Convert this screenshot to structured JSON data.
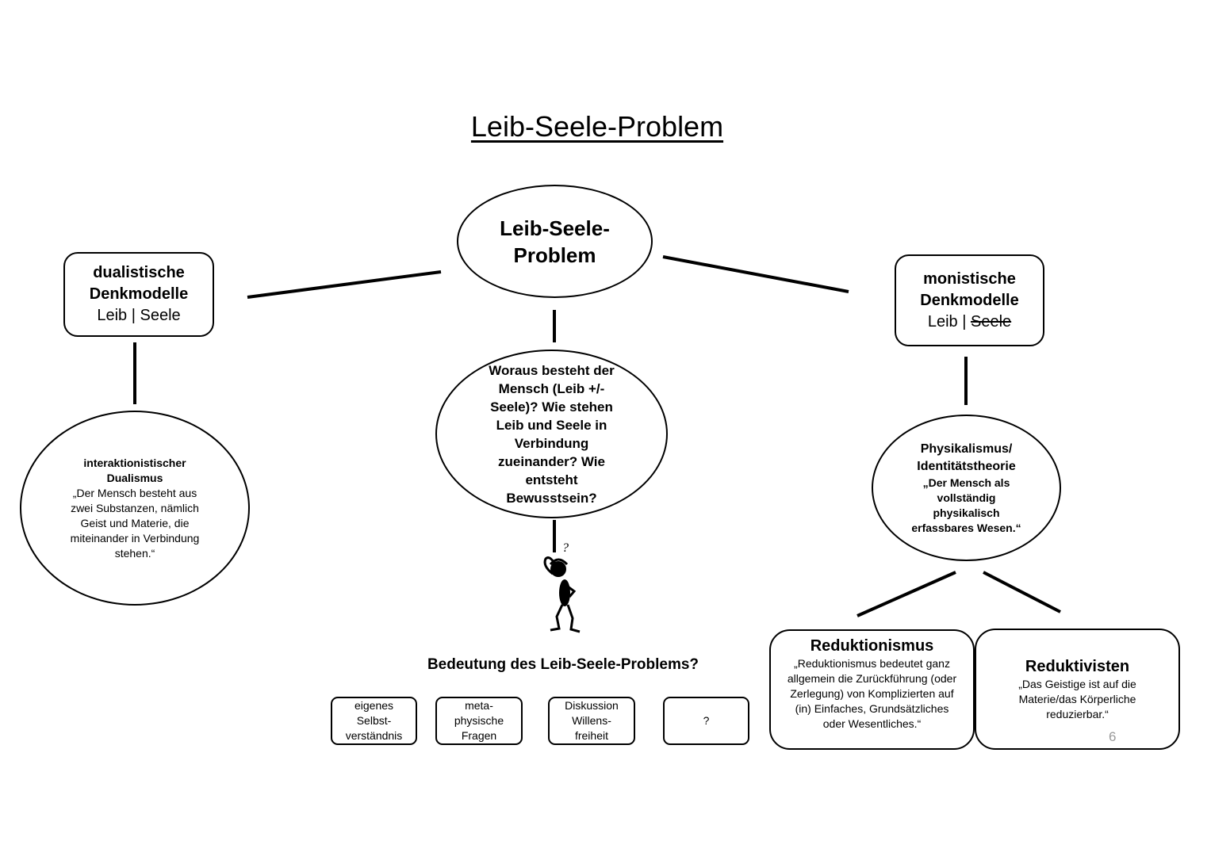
{
  "title": "Leib-Seele-Problem",
  "center": {
    "label": "Leib-Seele-\nProblem",
    "question": "Woraus besteht der Mensch (Leib +/- Seele)? Wie stehen Leib und Seele in Verbindung zueinander? Wie entsteht Bewusstsein?",
    "figure_mark": "?"
  },
  "left": {
    "title": "dualistische Denkmodelle",
    "leib": "Leib",
    "sep": "|",
    "seele": "Seele",
    "child": {
      "title": "interaktionistischer Dualismus",
      "quote": "„Der Mensch besteht aus zwei Substanzen, nämlich Geist und Materie, die miteinander in Verbindung stehen.“"
    }
  },
  "right": {
    "title": "monistische Denkmodelle",
    "leib": "Leib",
    "sep": "|",
    "seele": "Seele",
    "seele_struck": true,
    "child": {
      "title": "Physikalismus/ Identitätstheorie",
      "quote": "„Der Mensch als vollständig physikalisch erfassbares Wesen.“"
    },
    "branches": [
      {
        "title": "Reduktionismus",
        "quote": "„Reduktionismus bedeutet ganz allgemein die Zurückführung (oder Zerlegung) von Komplizierten auf (in) Einfaches, Grundsätzliches oder Wesentliches.“"
      },
      {
        "title": "Reduktivisten",
        "quote": "„Das Geistige ist auf die Materie/das Körperliche reduzierbar.“"
      }
    ]
  },
  "bedeutung": {
    "heading": "Bedeutung des Leib-Seele-Problems?",
    "items": [
      "eigenes\nSelbst-\nverständnis",
      "meta-\nphysische\nFragen",
      "Diskussion\nWillens-\nfreiheit",
      "?"
    ]
  },
  "page_number": "6"
}
